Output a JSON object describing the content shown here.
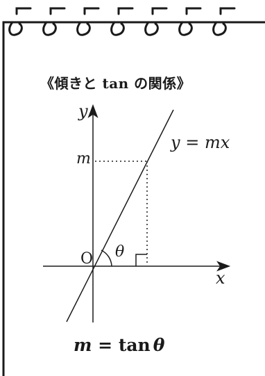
{
  "heading": {
    "open_bracket": "《",
    "prefix": "傾きと ",
    "tan_word": "tan",
    "suffix": " の関係",
    "close_bracket": "》"
  },
  "labels": {
    "y_axis": "y",
    "x_axis": "x",
    "m_tick": "m",
    "origin": "O",
    "theta": "θ",
    "line_equation_lhs": "y",
    "line_equation_eq": " = ",
    "line_equation_rhs": "mx"
  },
  "formula": {
    "lhs": "m",
    "eq": " = ",
    "fn": "tan",
    "arg": "θ"
  },
  "colors": {
    "ink": "#1a1a1a",
    "paper": "#ffffff"
  },
  "decorations": {
    "binding_rings": 7,
    "right_angle_marker": true,
    "dotted_guides": true
  }
}
